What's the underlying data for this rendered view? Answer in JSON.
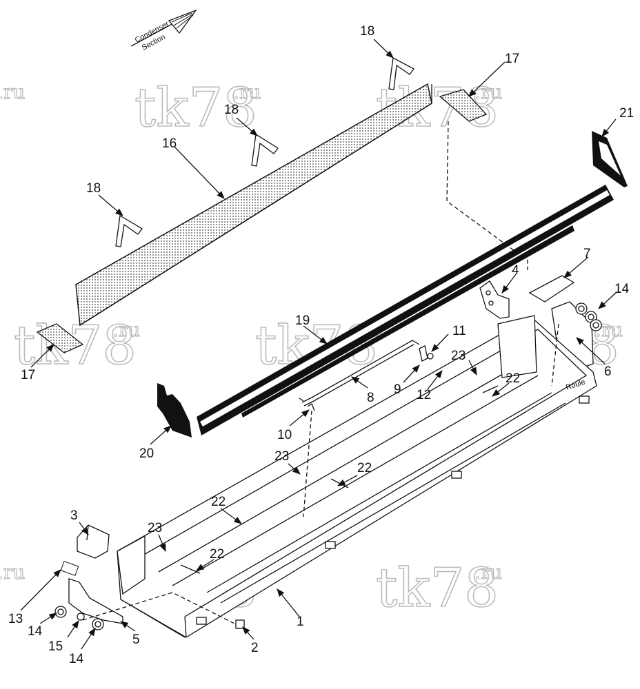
{
  "direction_label": {
    "line1": "Condenser",
    "line2": "Section"
  },
  "watermark": {
    "main": "tk78",
    "suffix": ".ru"
  },
  "part_stamp": "Roule",
  "callouts": [
    {
      "id": "c1",
      "label": "1"
    },
    {
      "id": "c2",
      "label": "2"
    },
    {
      "id": "c3",
      "label": "3"
    },
    {
      "id": "c4",
      "label": "4"
    },
    {
      "id": "c5",
      "label": "5"
    },
    {
      "id": "c6",
      "label": "6"
    },
    {
      "id": "c7",
      "label": "7"
    },
    {
      "id": "c8",
      "label": "8"
    },
    {
      "id": "c9",
      "label": "9"
    },
    {
      "id": "c10",
      "label": "10"
    },
    {
      "id": "c11",
      "label": "11"
    },
    {
      "id": "c12",
      "label": "12"
    },
    {
      "id": "c13",
      "label": "13"
    },
    {
      "id": "c14a",
      "label": "14"
    },
    {
      "id": "c14b",
      "label": "14"
    },
    {
      "id": "c14c",
      "label": "14"
    },
    {
      "id": "c15",
      "label": "15"
    },
    {
      "id": "c16",
      "label": "16"
    },
    {
      "id": "c17a",
      "label": "17"
    },
    {
      "id": "c17b",
      "label": "17"
    },
    {
      "id": "c18a",
      "label": "18"
    },
    {
      "id": "c18b",
      "label": "18"
    },
    {
      "id": "c18c",
      "label": "18"
    },
    {
      "id": "c19",
      "label": "19"
    },
    {
      "id": "c20",
      "label": "20"
    },
    {
      "id": "c21",
      "label": "21"
    },
    {
      "id": "c22a",
      "label": "22"
    },
    {
      "id": "c22b",
      "label": "22"
    },
    {
      "id": "c22c",
      "label": "22"
    },
    {
      "id": "c22d",
      "label": "22"
    },
    {
      "id": "c23a",
      "label": "23"
    },
    {
      "id": "c23b",
      "label": "23"
    },
    {
      "id": "c23c",
      "label": "23"
    }
  ]
}
